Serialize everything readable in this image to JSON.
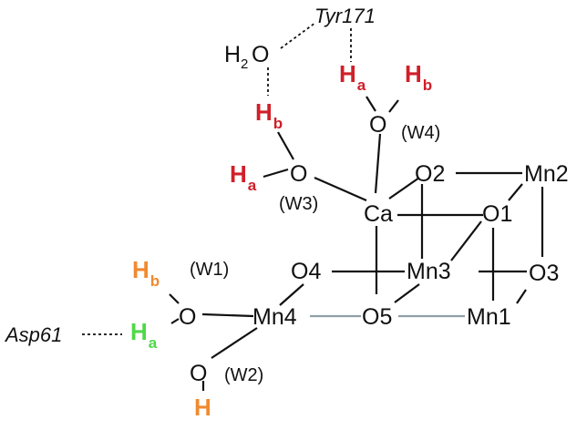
{
  "colors": {
    "red_h": "#d0202a",
    "orange_h": "#f08a30",
    "green_h": "#4fd84a",
    "bond": "#111111",
    "grey_bond": "#8fa0a8"
  },
  "residues": {
    "tyr": "Tyr171",
    "asp": "Asp61"
  },
  "water": {
    "h2o_main": "H",
    "h2o_sub": "2",
    "h2o_o": "O"
  },
  "atoms": {
    "o_w4": "O",
    "o_w3": "O",
    "o_w1": "O",
    "o_w2": "O",
    "ca": "Ca",
    "mn1": "Mn1",
    "mn2": "Mn2",
    "mn3": "Mn3",
    "mn4": "Mn4",
    "o1": "O1",
    "o2": "O2",
    "o3": "O3",
    "o4": "O4",
    "o5": "O5"
  },
  "ligand_labels": {
    "w1": "(W1)",
    "w2": "(W2)",
    "w3": "(W3)",
    "w4": "(W4)"
  },
  "hydrogens": {
    "w4_ha": {
      "h": "H",
      "sub": "a"
    },
    "w4_hb": {
      "h": "H",
      "sub": "b"
    },
    "w3_hb": {
      "h": "H",
      "sub": "b"
    },
    "w3_ha": {
      "h": "H",
      "sub": "a"
    },
    "w1_hb": {
      "h": "H",
      "sub": "b"
    },
    "w1_ha": {
      "h": "H",
      "sub": "a"
    },
    "w2_h": {
      "h": "H"
    }
  }
}
